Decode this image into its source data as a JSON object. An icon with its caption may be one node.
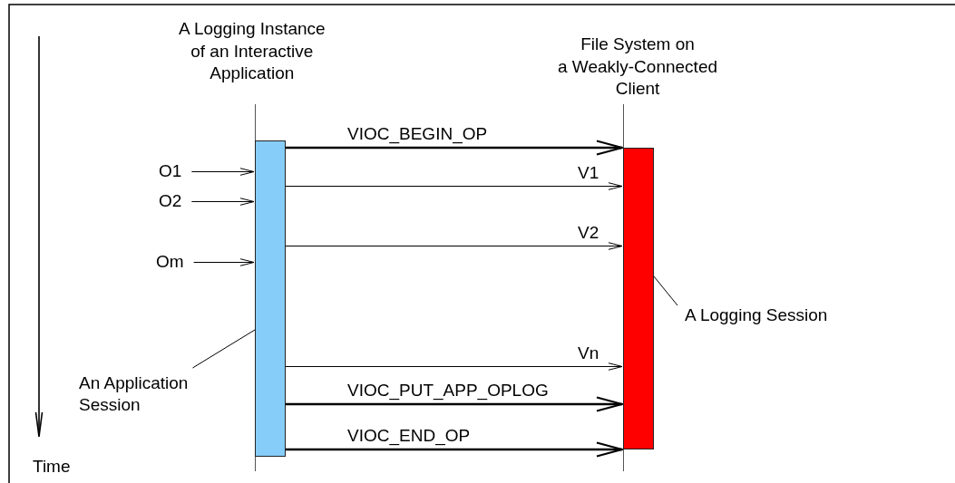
{
  "diagram": {
    "nodes": [
      {
        "text": [
          "A Logging Instance of an Interactive Application"
        ]
      },
      {
        "text": [
          "File System on a Weakly-Connected Client"
        ]
      },
      {
        "text": [],
        "shape": "bar"
      },
      {
        "text": [],
        "shape": "bar"
      },
      {
        "text": [
          "O1"
        ]
      },
      {
        "text": [
          "O2"
        ]
      },
      {
        "text": [
          "Om"
        ]
      },
      {
        "text": [
          "An Application Session"
        ]
      },
      {
        "text": [
          "A Logging Session"
        ]
      }
    ],
    "edges": [
      {
        "from": 2,
        "to": 3,
        "arrow": "to",
        "label": "VIOC_BEGIN_OP",
        "style": "thick"
      },
      {
        "from": 2,
        "to": 3,
        "arrow": "to",
        "label": "V1"
      },
      {
        "from": 2,
        "to": 3,
        "arrow": "to",
        "label": "V2"
      },
      {
        "from": 2,
        "to": 3,
        "arrow": "to",
        "label": "Vn"
      },
      {
        "from": 2,
        "to": 3,
        "arrow": "to",
        "label": "VIOC_PUT_APP_OPLOG",
        "style": "thick"
      },
      {
        "from": 2,
        "to": 3,
        "arrow": "to",
        "label": "VIOC_END_OP",
        "style": "thick"
      },
      {
        "from": 4,
        "to": 2,
        "arrow": "to"
      },
      {
        "from": 5,
        "to": 2,
        "arrow": "to"
      },
      {
        "from": 6,
        "to": 2,
        "arrow": "to"
      },
      {
        "from": 7,
        "to": 2,
        "arrow": "none"
      },
      {
        "from": 8,
        "to": 3,
        "arrow": "none"
      }
    ],
    "labels": [
      "Time"
    ]
  }
}
